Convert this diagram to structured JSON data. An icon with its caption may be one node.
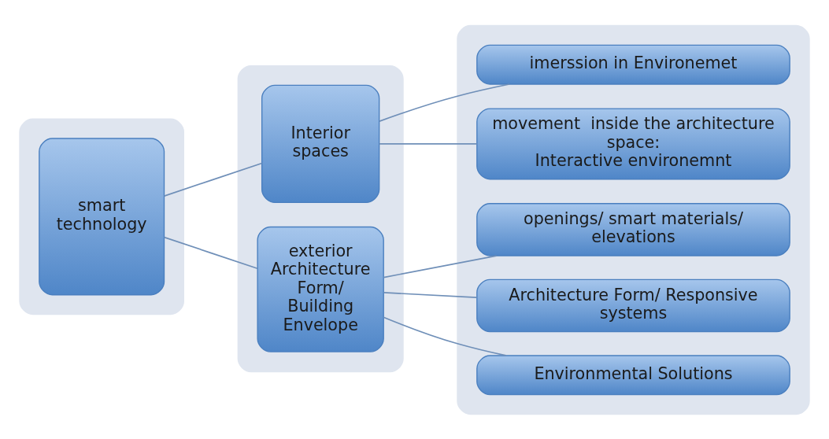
{
  "diagram": {
    "nodes": [
      {
        "text": [],
        "shape": "box"
      },
      {
        "text": [],
        "shape": "box"
      },
      {
        "text": [],
        "shape": "box"
      },
      {
        "text": [
          "smart technology"
        ],
        "in": 0
      },
      {
        "text": [
          "Interior spaces"
        ],
        "in": 1
      },
      {
        "text": [
          "exterior Architecture Form/ Building Envelope"
        ],
        "in": 1
      },
      {
        "text": [
          "imerssion in Environemet"
        ],
        "in": 2
      },
      {
        "text": [
          "movement  inside the architecture space:",
          "Interactive environemnt"
        ],
        "in": 2
      },
      {
        "text": [
          "openings/ smart materials/ elevations"
        ],
        "in": 2
      },
      {
        "text": [
          "Architecture Form/ Responsive systems"
        ],
        "in": 2
      },
      {
        "text": [
          "Environmental Solutions"
        ],
        "in": 2
      }
    ],
    "edges": [
      {
        "from": 3,
        "to": 4,
        "arrow": "none"
      },
      {
        "from": 3,
        "to": 5,
        "arrow": "none"
      },
      {
        "from": 4,
        "to": 6,
        "arrow": "none"
      },
      {
        "from": 4,
        "to": 7,
        "arrow": "none"
      },
      {
        "from": 5,
        "to": 8,
        "arrow": "none"
      },
      {
        "from": 5,
        "to": 9,
        "arrow": "none"
      },
      {
        "from": 5,
        "to": 10,
        "arrow": "none"
      }
    ]
  }
}
